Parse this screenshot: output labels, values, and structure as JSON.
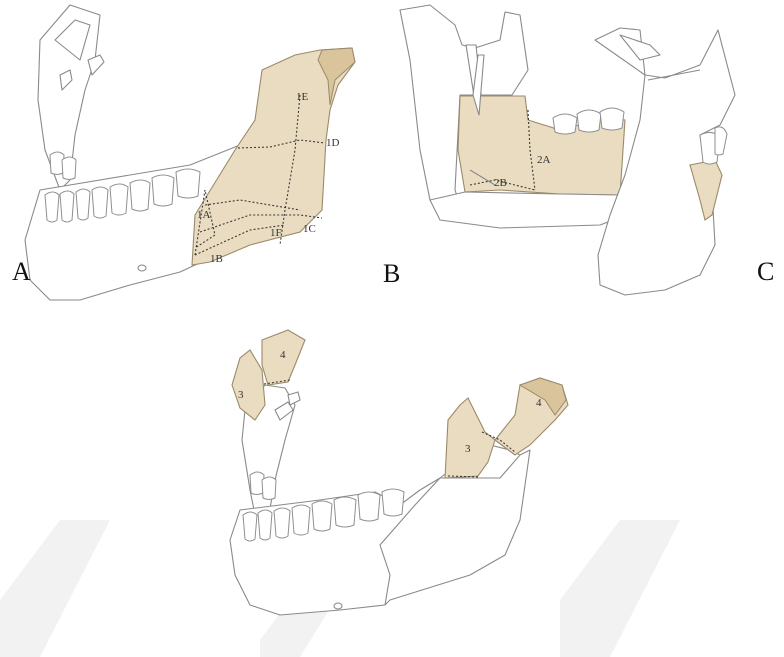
{
  "panels": {
    "a": "A",
    "b": "B",
    "c": "C"
  },
  "labels_a": {
    "l1a": "1A",
    "l1b": "1B",
    "l1c": "1C",
    "l1d": "1D",
    "l1e": "1E",
    "l1f": "1F"
  },
  "labels_b": {
    "l2a": "2A",
    "l2b": "2B"
  },
  "labels_d": {
    "front_3": "3",
    "front_4": "4",
    "side_3": "3",
    "side_4": "4"
  },
  "colors": {
    "region_fill": "#e9dcc0",
    "region_dark": "#d9c49c",
    "outline": "#8a8a8a"
  }
}
